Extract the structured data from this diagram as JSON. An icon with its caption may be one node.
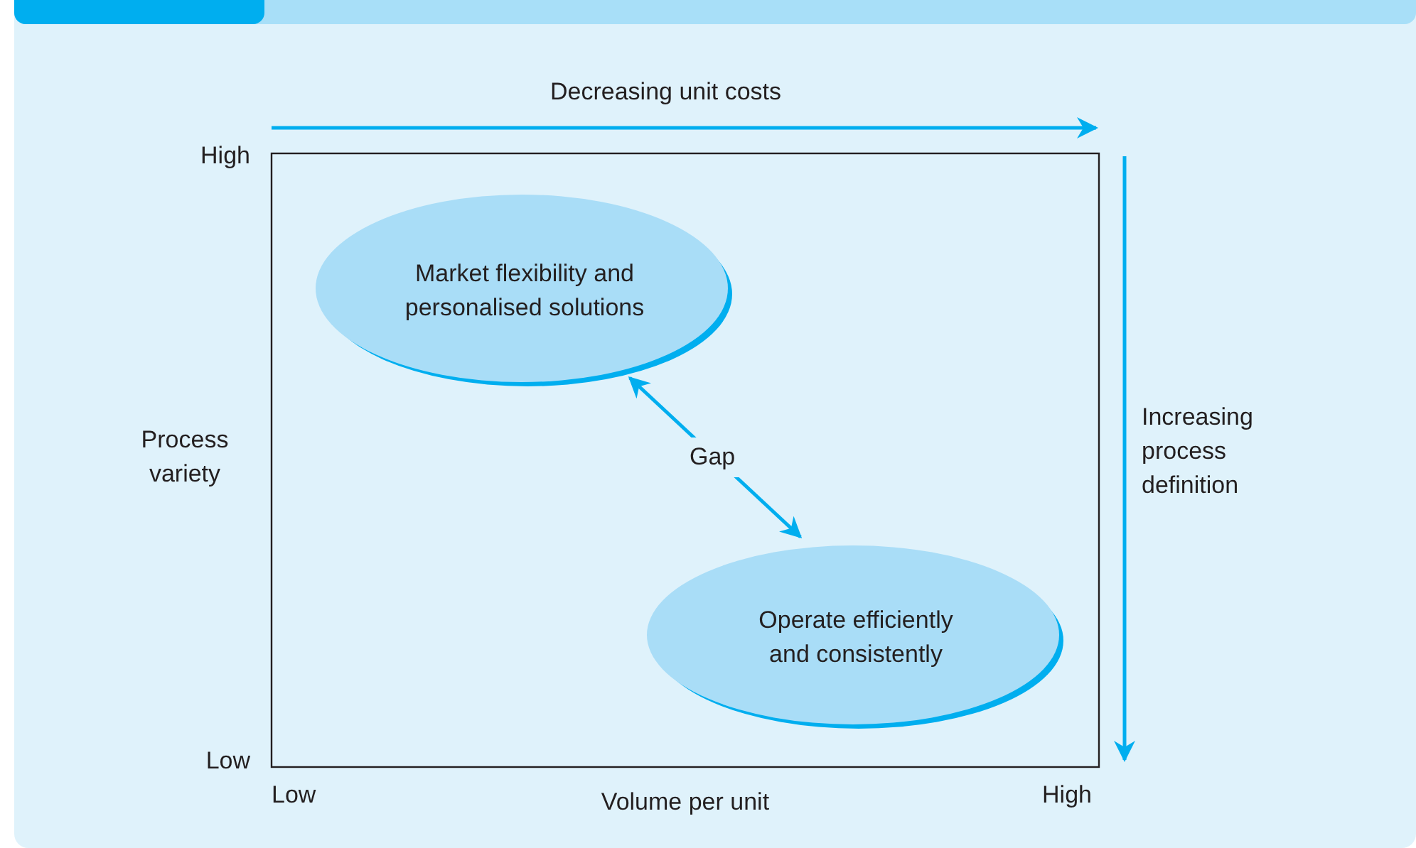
{
  "diagram": {
    "nodes": [
      {
        "text": [
          "Market flexibility and personalised solutions"
        ]
      },
      {
        "text": [
          "Operate efficiently and consistently"
        ]
      }
    ],
    "edges": [
      {
        "from": 0,
        "to": 1,
        "arrow": "both",
        "label": "Gap"
      }
    ],
    "labels": [
      "Decreasing unit costs",
      "High",
      "Process variety",
      "Increasing process definition",
      "Low",
      "Low",
      "Volume per unit",
      "High"
    ]
  }
}
